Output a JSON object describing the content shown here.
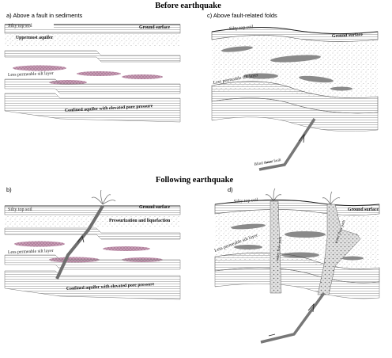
{
  "headings": {
    "before": "Before earthquake",
    "following": "Following earthquake"
  },
  "panel_a": {
    "title": "a) Above a fault in sediments",
    "silty_top_soil": "Silty top soil",
    "ground_surface": "Ground surface",
    "uppermost_aquifer": "Uppermost aquifer",
    "less_permeable": "Less permeable silt layer",
    "confined_aquifer": "Confined aquifer with elevated pore pressure"
  },
  "panel_b": {
    "title": "b)",
    "silty_top_soil": "Silty top soil",
    "ground_surface": "Ground surface",
    "pressurization": "Pressurization and liquefaction",
    "less_permeable": "Less permeable silt layer",
    "confined_aquifer": "Confined aquifer with elevated pore pressure"
  },
  "panel_c": {
    "title": "c) Above fault-related folds",
    "silty_top_soil": "Silty top soil",
    "ground_surface": "Ground surface",
    "less_permeable": "Less permeable silt layer",
    "blind_thrust": "Blind thrust fault"
  },
  "panel_d": {
    "title": "d)",
    "silty_top_soil": "Silty top soil",
    "ground_surface": "Ground surface",
    "less_permeable": "Less permeable silt layer",
    "water_flow_path_1": "water flow path",
    "water_flow_path_2": "water flow path"
  },
  "colors": {
    "lens_pink": "#b98aa6",
    "lens_gray": "#8a8a8a",
    "fault_gray": "#777777",
    "line": "#555555"
  }
}
